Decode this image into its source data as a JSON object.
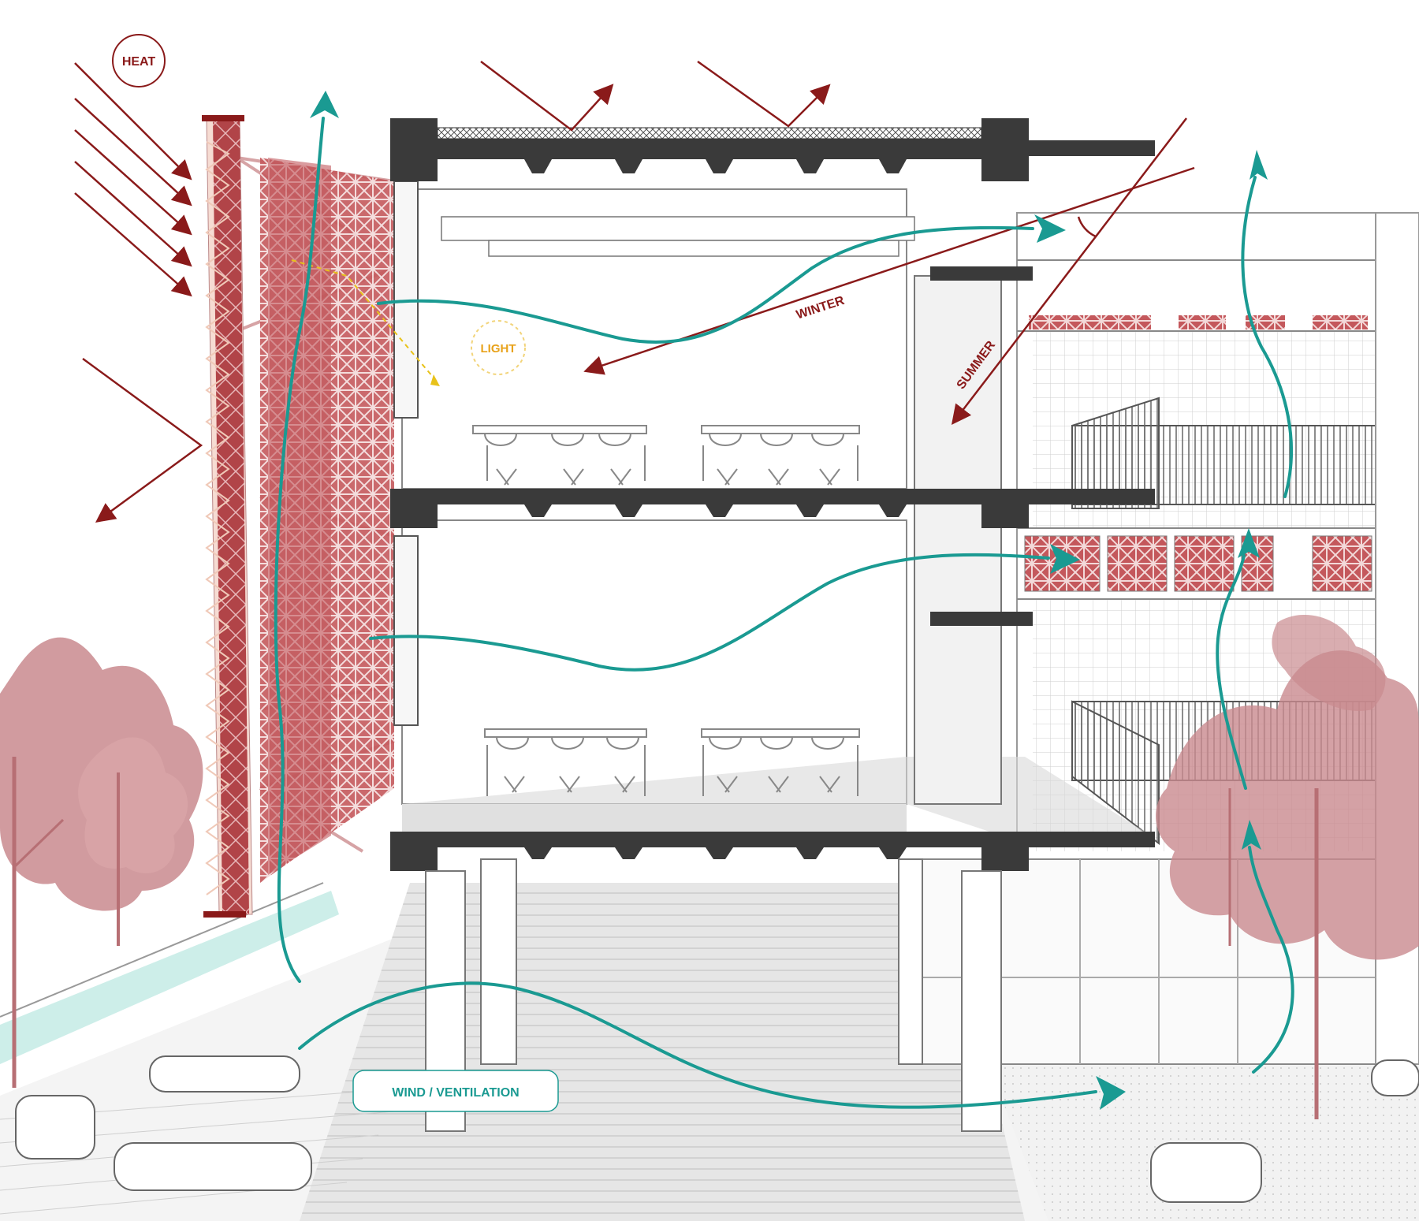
{
  "labels": {
    "heat": "HEAT",
    "light": "LIGHT",
    "winter": "WINTER",
    "summer": "SUMMER",
    "wind": "WIND / VENTILATION"
  },
  "colors": {
    "sun": "#8a1a1a",
    "wind": "#1a9a92",
    "light": "#e8a21a",
    "facade": "#b5484c",
    "tree": "#c98a8e",
    "concrete": "#3a3a3a",
    "water": "#cdeee9"
  },
  "icons": {
    "heat": "circle-badge",
    "light": "dashed-circle-badge",
    "wind": "curved-arrow"
  }
}
